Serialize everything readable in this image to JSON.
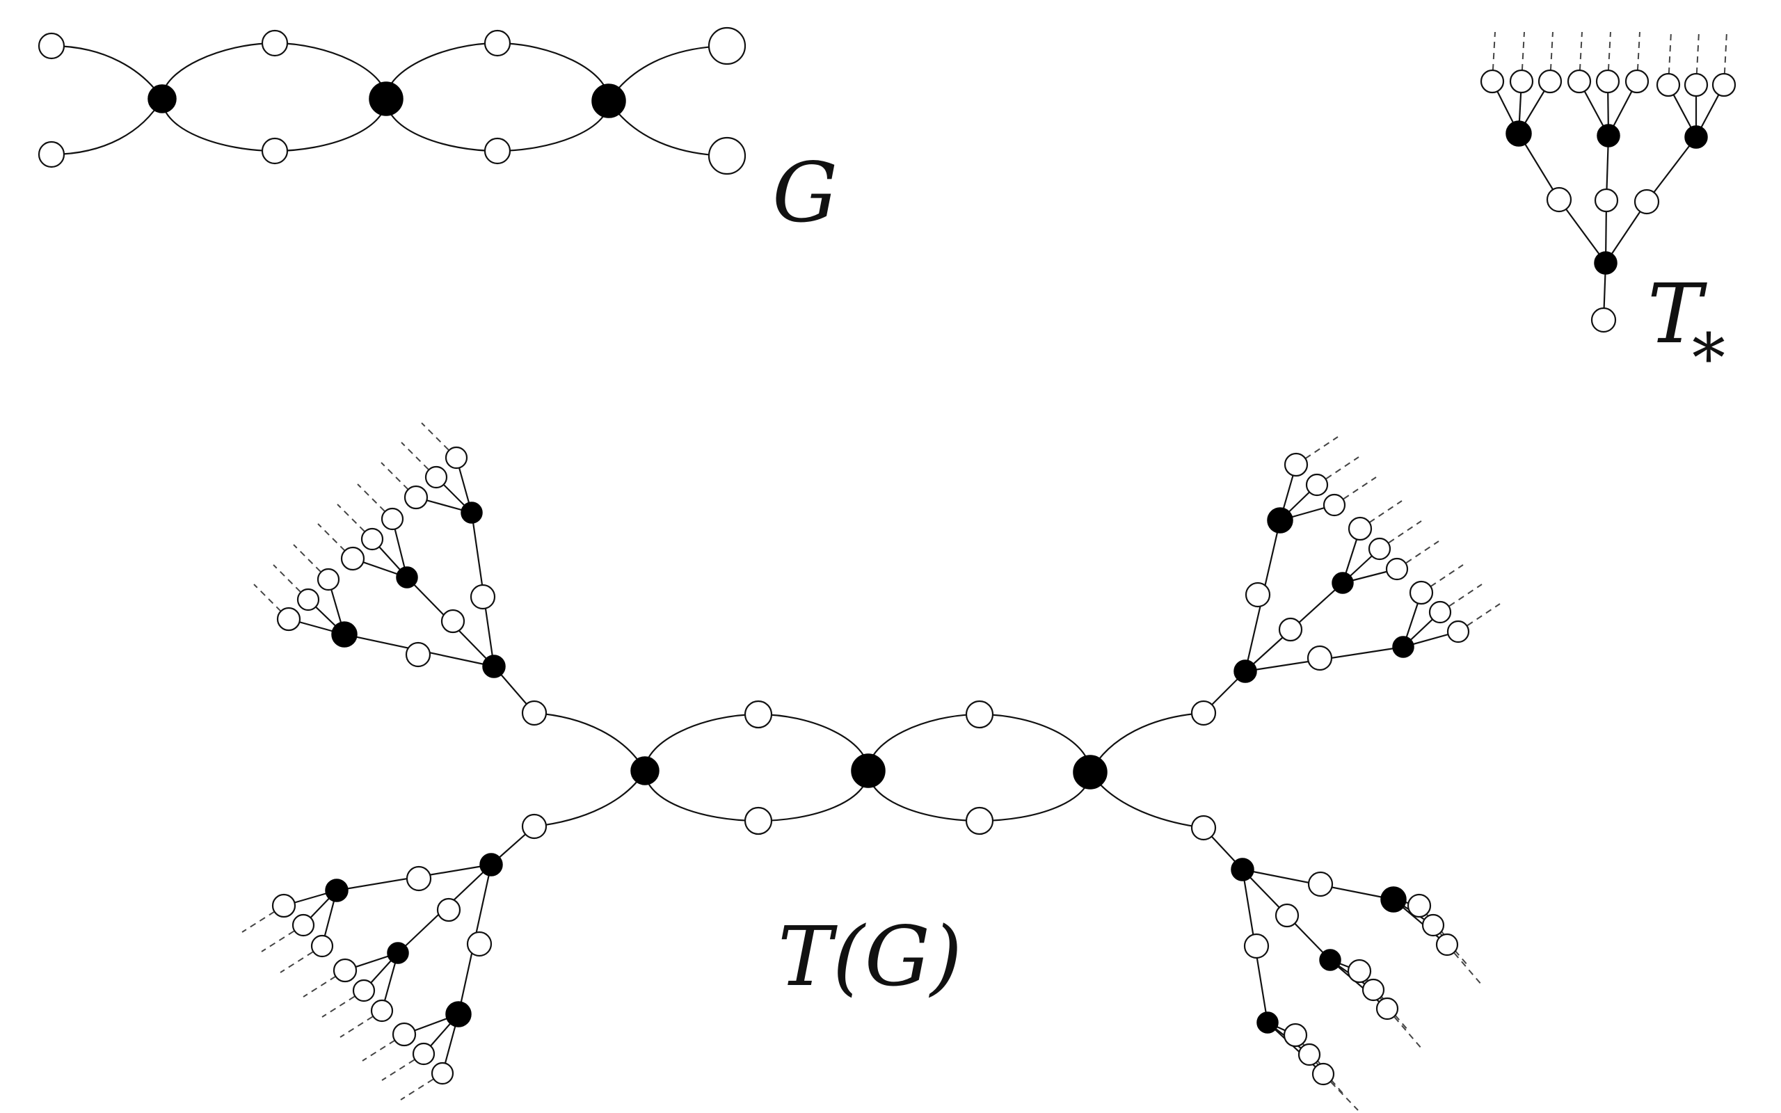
{
  "labels": {
    "g": "G",
    "t_star": "T",
    "t_star_subscript": "*",
    "t_of_g": "T(G)"
  },
  "colors": {
    "stroke": "#111111",
    "black_vertex": "#000000",
    "white_vertex": "#ffffff",
    "dashed_edge": "#444444"
  }
}
